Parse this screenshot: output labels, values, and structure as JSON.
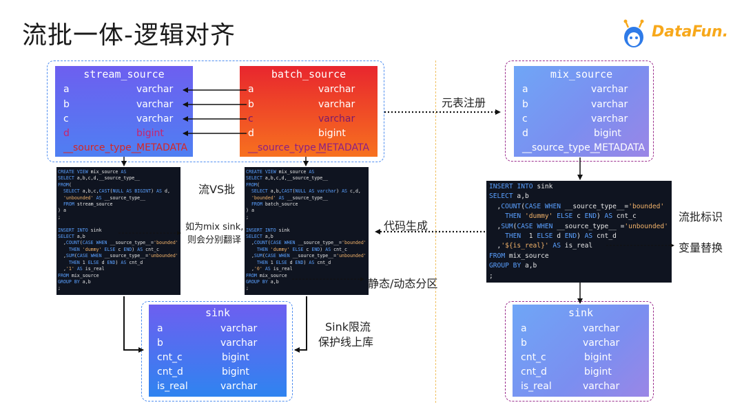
{
  "title": "流批一体-逻辑对齐",
  "logo": {
    "text": "DataFun."
  },
  "colors": {
    "stream_header": "#7468ee",
    "batch_start": "#e8262e",
    "batch_end": "#f7711f",
    "blue_accent": "#4c8cf0",
    "purple_dash": "#9a2b8c",
    "red_text": "#d82622"
  },
  "stream_source": {
    "name": "stream_source",
    "rows": [
      {
        "col": "a",
        "type": "varchar"
      },
      {
        "col": "b",
        "type": "varchar"
      },
      {
        "col": "c",
        "type": "varchar"
      },
      {
        "col": "d",
        "type": "bigint"
      },
      {
        "col": "__source_type__",
        "type": "METADATA"
      }
    ]
  },
  "batch_source": {
    "name": "batch_source",
    "rows": [
      {
        "col": "a",
        "type": "varchar"
      },
      {
        "col": "b",
        "type": "varchar"
      },
      {
        "col": "c",
        "type": "varchar"
      },
      {
        "col": "d",
        "type": "bigint"
      },
      {
        "col": "__source_type__",
        "type": "METADATA"
      }
    ]
  },
  "mix_source": {
    "name": "mix_source",
    "rows": [
      {
        "col": "a",
        "type": "varchar"
      },
      {
        "col": "b",
        "type": "varchar"
      },
      {
        "col": "c",
        "type": "varchar"
      },
      {
        "col": "d",
        "type": "bigint"
      },
      {
        "col": "__source_type__",
        "type": "METADATA"
      }
    ]
  },
  "sink_left": {
    "name": "sink",
    "rows": [
      {
        "col": "a",
        "type": "varchar"
      },
      {
        "col": "b",
        "type": "varchar"
      },
      {
        "col": "cnt_c",
        "type": "bigint"
      },
      {
        "col": "cnt_d",
        "type": "bigint"
      },
      {
        "col": "is_real",
        "type": "varchar"
      }
    ]
  },
  "sink_right": {
    "name": "sink",
    "rows": [
      {
        "col": "a",
        "type": "varchar"
      },
      {
        "col": "b",
        "type": "varchar"
      },
      {
        "col": "cnt_c",
        "type": "bigint"
      },
      {
        "col": "cnt_d",
        "type": "bigint"
      },
      {
        "col": "is_real",
        "type": "varchar"
      }
    ]
  },
  "code_stream": [
    "CREATE VIEW mix_source AS",
    "SELECT a,b,c,d,__source_type__",
    "FROM(",
    "  SELECT a,b,c,CAST(NULL AS BIGINT) AS d,",
    "  'unbounded' AS __source_type__",
    "  FROM stream_source",
    ") a",
    ";",
    "",
    "INSERT INTO sink",
    "SELECT a,b",
    "  ,COUNT(CASE WHEN __source_type__='bounded'",
    "    THEN 'dummy' ELSE c END) AS cnt_c",
    "  ,SUM(CASE WHEN __source_type__='unbounded'",
    "    THEN 1 ELSE d END) AS cnt_d",
    "  ,'1' AS is_real",
    "FROM mix_source",
    "GROUP BY a,b",
    ";"
  ],
  "code_batch": [
    "CREATE VIEW mix_source AS",
    "SELECT a,b,c,d,__source_type__",
    "FROM(",
    "  SELECT a,b,CAST(NULL AS varchar) AS c,d,",
    "  'bounded' AS __source_type__",
    "  FROM batch_source",
    ") a",
    ";",
    "",
    "INSERT INTO sink",
    "SELECT a,b",
    "  ,COUNT(CASE WHEN __source_type__='bounded'",
    "    THEN 'dummy' ELSE c END) AS cnt_c",
    "  ,SUM(CASE WHEN __source_type__='unbounded'",
    "    THEN 1 ELSE d END) AS cnt_d",
    "  ,'0' AS is_real",
    "FROM mix_source",
    "GROUP BY a,b",
    ";"
  ],
  "code_mix": [
    "INSERT INTO sink",
    "SELECT a,b",
    "  ,COUNT(CASE WHEN __source_type__='bounded'",
    "    THEN 'dummy' ELSE c END) AS cnt_c",
    "  ,SUM(CASE WHEN __source_type__ ='unbounded'",
    "    THEN  1 ELSE d END) AS cnt_d",
    "  ,'${is_real}' AS is_real",
    "FROM mix_source",
    "GROUP BY a,b",
    ";"
  ],
  "labels": {
    "stream_vs_batch": "流VS批",
    "compile_note_1": "如为mix sink,",
    "compile_note_2": "则会分别翻译",
    "static_dynamic": "静态/动态分区",
    "sink_limit_1": "Sink限流",
    "sink_limit_2": "保护线上库",
    "meta_register": "元表注册",
    "codegen": "代码生成",
    "flag": "流批标识",
    "var_replace": "变量替换"
  }
}
